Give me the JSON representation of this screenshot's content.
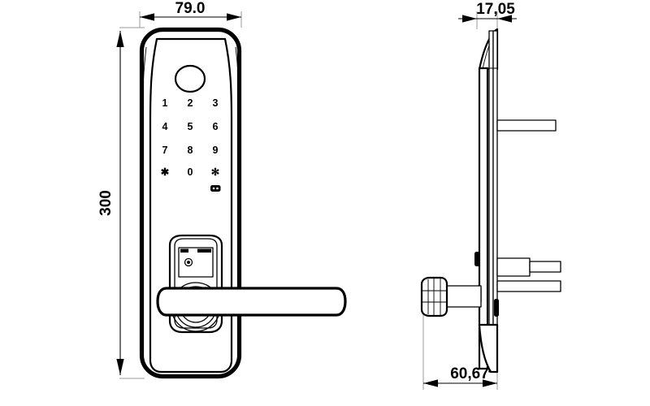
{
  "drawing": {
    "title": "Smart door lock technical dimension drawing",
    "background_color": "#ffffff",
    "line_color": "#000000",
    "extension_line_color": "#9a9a9a",
    "units_note": "",
    "views": [
      {
        "id": "front",
        "name": "front-view",
        "label": ""
      },
      {
        "id": "side",
        "name": "side-view",
        "label": ""
      }
    ]
  },
  "dimensions": {
    "width_top": "79.0",
    "height_left": "300",
    "thickness_top_right": "17,05",
    "depth_bottom_right": "60,67"
  },
  "keypad": {
    "rows": [
      [
        "1",
        "2",
        "3"
      ],
      [
        "4",
        "5",
        "6"
      ],
      [
        "7",
        "8",
        "9"
      ],
      [
        "✱",
        "0",
        "✻"
      ]
    ],
    "extra_icon": "card-reader-icon"
  },
  "front_view_parts": {
    "fingerprint_sensor": "fingerprint-sensor-circle",
    "keypad_panel": "keypad-panel",
    "escutcheon": "escutcheon-plate",
    "keyhole_cover": "keyhole-cover",
    "lever_handle": "lever-handle"
  },
  "side_view_parts": {
    "body_profile": "lock-body-profile",
    "upper_spindle": "upper-spindle-bar",
    "lower_spindle": "lower-spindle-bar",
    "handle_end": "lever-handle-end",
    "mounting_post": "mounting-post"
  }
}
